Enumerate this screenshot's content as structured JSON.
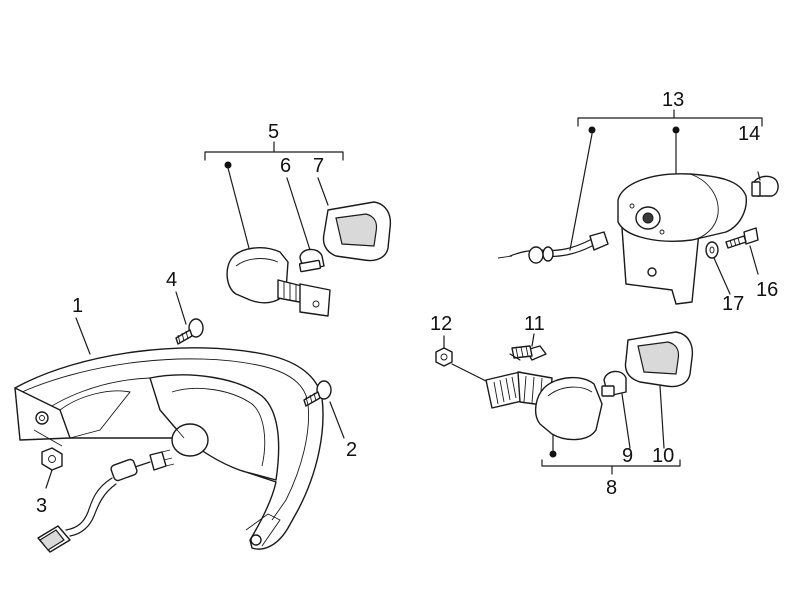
{
  "callouts": {
    "n1": "1",
    "n2": "2",
    "n3": "3",
    "n4": "4",
    "n5": "5",
    "n6": "6",
    "n7": "7",
    "n8": "8",
    "n9": "9",
    "n10": "10",
    "n11": "11",
    "n12": "12",
    "n13": "13",
    "n14": "14",
    "n16": "16",
    "n17": "17"
  }
}
